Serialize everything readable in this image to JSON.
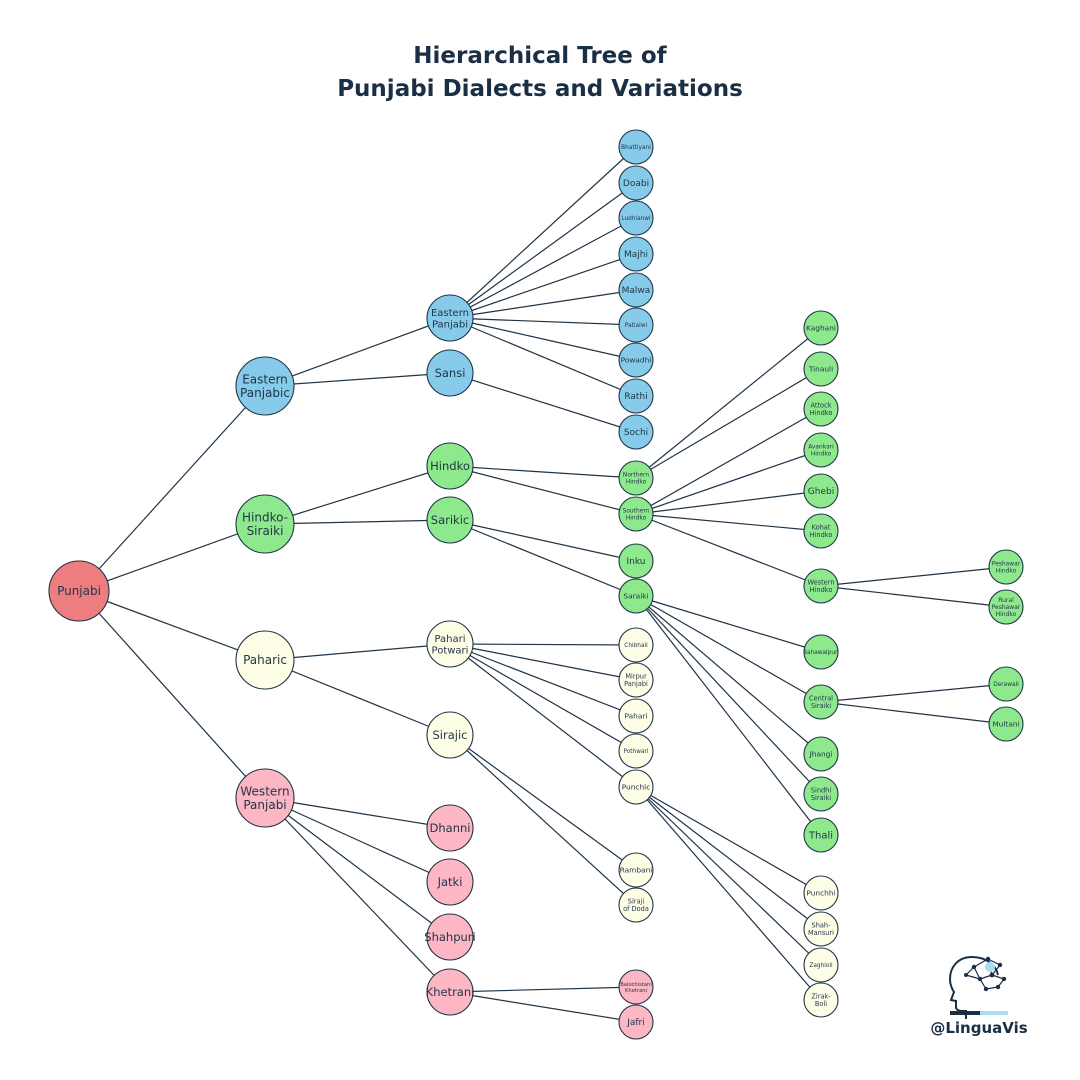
{
  "title": {
    "line1": "Hierarchical Tree of",
    "line2": "Punjabi Dialects and Variations"
  },
  "handle": "@LinguaVis",
  "colors": {
    "root": "#ee7d80",
    "eastern": "#86cbea",
    "hindko": "#8ee98d",
    "paharic": "#fefde6",
    "western": "#fdb6c4",
    "edge": "#1f3447",
    "title": "#1a2e44"
  },
  "nodes": [
    {
      "id": "punjabi",
      "label": "Punjabi",
      "group": "root"
    },
    {
      "id": "eastern_panjabic",
      "label": "Eastern Panjabic",
      "group": "eastern"
    },
    {
      "id": "hindko_siraiki",
      "label": "Hindko-Siraiki",
      "group": "hindko"
    },
    {
      "id": "paharic",
      "label": "Paharic",
      "group": "paharic"
    },
    {
      "id": "western_panjabi",
      "label": "Western Panjabi",
      "group": "western"
    },
    {
      "id": "eastern_panjabi",
      "label": "Eastern Panjabi",
      "group": "eastern"
    },
    {
      "id": "sansi",
      "label": "Sansi",
      "group": "eastern"
    },
    {
      "id": "hindko",
      "label": "Hindko",
      "group": "hindko"
    },
    {
      "id": "sarikic",
      "label": "Sarikic",
      "group": "hindko"
    },
    {
      "id": "pahari_potwari",
      "label": "Pahari Potwari",
      "group": "paharic"
    },
    {
      "id": "sirajic",
      "label": "Sirajic",
      "group": "paharic"
    },
    {
      "id": "dhanni",
      "label": "Dhanni",
      "group": "western"
    },
    {
      "id": "jatki",
      "label": "Jatki",
      "group": "western"
    },
    {
      "id": "shahpuri",
      "label": "Shahpuri",
      "group": "western"
    },
    {
      "id": "khetrani",
      "label": "Khetrani",
      "group": "western"
    },
    {
      "id": "bhattiyani",
      "label": "Bhattiyani",
      "group": "eastern"
    },
    {
      "id": "doabi",
      "label": "Doabi",
      "group": "eastern"
    },
    {
      "id": "ludhianwi",
      "label": "Ludhianwi",
      "group": "eastern"
    },
    {
      "id": "majhi",
      "label": "Majhi",
      "group": "eastern"
    },
    {
      "id": "malwa",
      "label": "Malwa",
      "group": "eastern"
    },
    {
      "id": "patialwi",
      "label": "Patialwi",
      "group": "eastern"
    },
    {
      "id": "powadhi",
      "label": "Powadhi",
      "group": "eastern"
    },
    {
      "id": "rathi",
      "label": "Rathi",
      "group": "eastern"
    },
    {
      "id": "sochi",
      "label": "Sochi",
      "group": "eastern"
    },
    {
      "id": "northern_hindko",
      "label": "Northern Hindko",
      "group": "hindko"
    },
    {
      "id": "southern_hindko",
      "label": "Southern Hindko",
      "group": "hindko"
    },
    {
      "id": "inku",
      "label": "Inku",
      "group": "hindko"
    },
    {
      "id": "saraiki",
      "label": "Saraiki",
      "group": "hindko"
    },
    {
      "id": "chibhali",
      "label": "Chibhali",
      "group": "paharic"
    },
    {
      "id": "mirpur_panjabi",
      "label": "Mirpur Panjabi",
      "group": "paharic"
    },
    {
      "id": "pahari",
      "label": "Pahari",
      "group": "paharic"
    },
    {
      "id": "pothwari",
      "label": "Pothwari",
      "group": "paharic"
    },
    {
      "id": "punchic",
      "label": "Punchic",
      "group": "paharic"
    },
    {
      "id": "rambani",
      "label": "Rambani",
      "group": "paharic"
    },
    {
      "id": "siraji_of_doda",
      "label": "Siraji of Doda",
      "group": "paharic"
    },
    {
      "id": "balochistani_khetrani",
      "label": "Balochistani Khetrani",
      "group": "western"
    },
    {
      "id": "jafri",
      "label": "Jafri",
      "group": "western"
    },
    {
      "id": "kaghani",
      "label": "Kaghani",
      "group": "hindko"
    },
    {
      "id": "tinauli",
      "label": "Tinauli",
      "group": "hindko"
    },
    {
      "id": "attock_hindko",
      "label": "Attock Hindko",
      "group": "hindko"
    },
    {
      "id": "avankari_hindko",
      "label": "Avankari Hindko",
      "group": "hindko"
    },
    {
      "id": "ghebi",
      "label": "Ghebi",
      "group": "hindko"
    },
    {
      "id": "kohat_hindko",
      "label": "Kohat Hindko",
      "group": "hindko"
    },
    {
      "id": "western_hindko",
      "label": "Western Hindko",
      "group": "hindko"
    },
    {
      "id": "bahawalpuri",
      "label": "Bahawalpuri",
      "group": "hindko"
    },
    {
      "id": "central_siraiki",
      "label": "Central Siraiki",
      "group": "hindko"
    },
    {
      "id": "jhangi",
      "label": "Jhangi",
      "group": "hindko"
    },
    {
      "id": "sindhi_siraiki",
      "label": "Sindhi Siraiki",
      "group": "hindko"
    },
    {
      "id": "thali",
      "label": "Thali",
      "group": "hindko"
    },
    {
      "id": "punchhi",
      "label": "Punchhi",
      "group": "paharic"
    },
    {
      "id": "shah_mansuri",
      "label": "Shah-Mansuri",
      "group": "paharic"
    },
    {
      "id": "zaghloli",
      "label": "Zaghloli",
      "group": "paharic"
    },
    {
      "id": "zirak_boli",
      "label": "Zirak-Boli",
      "group": "paharic"
    },
    {
      "id": "peshawar_hindko",
      "label": "Peshawar Hindko",
      "group": "hindko"
    },
    {
      "id": "rural_peshawar_hindko",
      "label": "Rural Peshawar Hindko",
      "group": "hindko"
    },
    {
      "id": "derawali",
      "label": "Derawali",
      "group": "hindko"
    },
    {
      "id": "multani",
      "label": "Multani",
      "group": "hindko"
    }
  ],
  "edges": [
    [
      "punjabi",
      "eastern_panjabic"
    ],
    [
      "punjabi",
      "hindko_siraiki"
    ],
    [
      "punjabi",
      "paharic"
    ],
    [
      "punjabi",
      "western_panjabi"
    ],
    [
      "eastern_panjabic",
      "eastern_panjabi"
    ],
    [
      "eastern_panjabic",
      "sansi"
    ],
    [
      "hindko_siraiki",
      "hindko"
    ],
    [
      "hindko_siraiki",
      "sarikic"
    ],
    [
      "paharic",
      "pahari_potwari"
    ],
    [
      "paharic",
      "sirajic"
    ],
    [
      "western_panjabi",
      "dhanni"
    ],
    [
      "western_panjabi",
      "jatki"
    ],
    [
      "western_panjabi",
      "shahpuri"
    ],
    [
      "western_panjabi",
      "khetrani"
    ],
    [
      "eastern_panjabi",
      "bhattiyani"
    ],
    [
      "eastern_panjabi",
      "doabi"
    ],
    [
      "eastern_panjabi",
      "ludhianwi"
    ],
    [
      "eastern_panjabi",
      "majhi"
    ],
    [
      "eastern_panjabi",
      "malwa"
    ],
    [
      "eastern_panjabi",
      "patialwi"
    ],
    [
      "eastern_panjabi",
      "powadhi"
    ],
    [
      "eastern_panjabi",
      "rathi"
    ],
    [
      "sansi",
      "sochi"
    ],
    [
      "hindko",
      "northern_hindko"
    ],
    [
      "hindko",
      "southern_hindko"
    ],
    [
      "sarikic",
      "inku"
    ],
    [
      "sarikic",
      "saraiki"
    ],
    [
      "pahari_potwari",
      "chibhali"
    ],
    [
      "pahari_potwari",
      "mirpur_panjabi"
    ],
    [
      "pahari_potwari",
      "pahari"
    ],
    [
      "pahari_potwari",
      "pothwari"
    ],
    [
      "pahari_potwari",
      "punchic"
    ],
    [
      "sirajic",
      "rambani"
    ],
    [
      "sirajic",
      "siraji_of_doda"
    ],
    [
      "khetrani",
      "balochistani_khetrani"
    ],
    [
      "khetrani",
      "jafri"
    ],
    [
      "northern_hindko",
      "kaghani"
    ],
    [
      "northern_hindko",
      "tinauli"
    ],
    [
      "southern_hindko",
      "attock_hindko"
    ],
    [
      "southern_hindko",
      "avankari_hindko"
    ],
    [
      "southern_hindko",
      "ghebi"
    ],
    [
      "southern_hindko",
      "kohat_hindko"
    ],
    [
      "southern_hindko",
      "western_hindko"
    ],
    [
      "saraiki",
      "bahawalpuri"
    ],
    [
      "saraiki",
      "central_siraiki"
    ],
    [
      "saraiki",
      "jhangi"
    ],
    [
      "saraiki",
      "sindhi_siraiki"
    ],
    [
      "saraiki",
      "thali"
    ],
    [
      "punchic",
      "punchhi"
    ],
    [
      "punchic",
      "shah_mansuri"
    ],
    [
      "punchic",
      "zaghloli"
    ],
    [
      "punchic",
      "zirak_boli"
    ],
    [
      "western_hindko",
      "peshawar_hindko"
    ],
    [
      "western_hindko",
      "rural_peshawar_hindko"
    ],
    [
      "central_siraiki",
      "derawali"
    ],
    [
      "central_siraiki",
      "multani"
    ]
  ]
}
